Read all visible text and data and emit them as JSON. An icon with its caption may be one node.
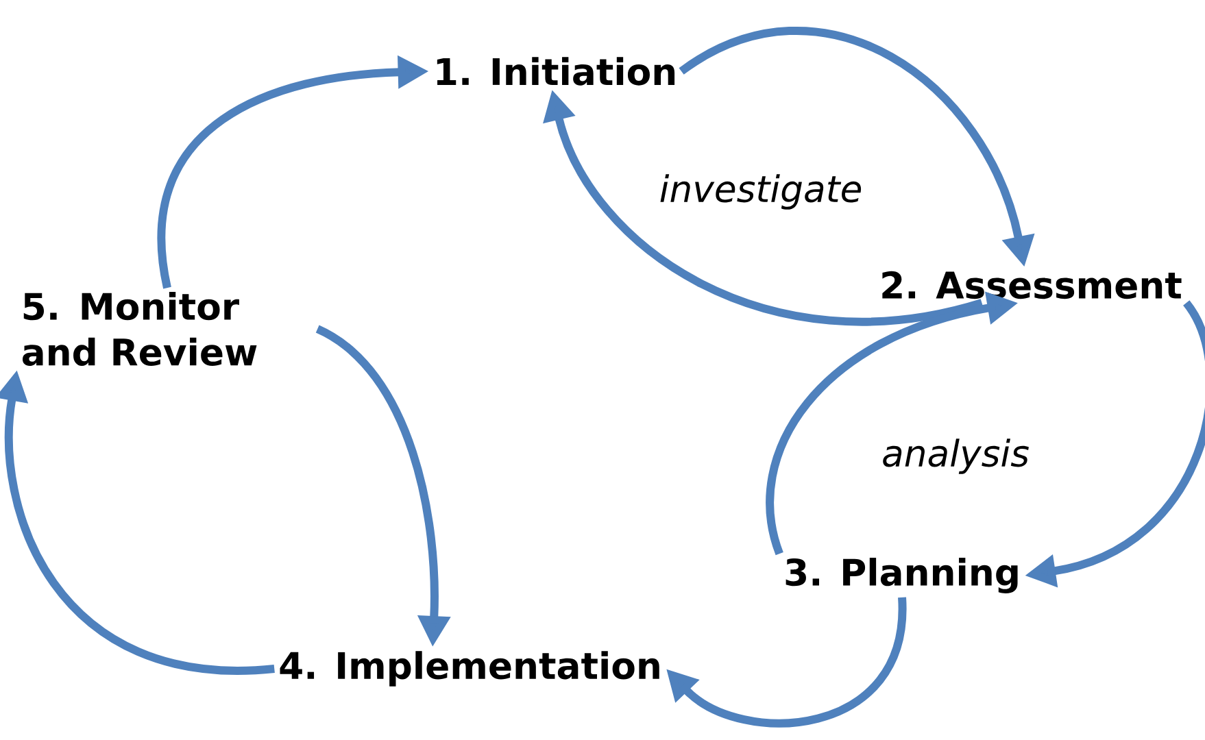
{
  "diagram": {
    "nodes": [
      {
        "text": [
          "1. Initiation"
        ]
      },
      {
        "text": [
          "2. Assessment"
        ]
      },
      {
        "text": [
          "3. Planning"
        ]
      },
      {
        "text": [
          "4. Implementation"
        ]
      },
      {
        "text": [
          "5. Monitor and Review"
        ]
      }
    ],
    "edges": [
      {
        "from": 0,
        "to": 1,
        "arrow": "to"
      },
      {
        "from": 1,
        "to": 0,
        "arrow": "to"
      },
      {
        "from": 1,
        "to": 2,
        "arrow": "to"
      },
      {
        "from": 2,
        "to": 1,
        "arrow": "to"
      },
      {
        "from": 2,
        "to": 3,
        "arrow": "to"
      },
      {
        "from": 4,
        "to": 3,
        "arrow": "to"
      },
      {
        "from": 3,
        "to": 4,
        "arrow": "to"
      },
      {
        "from": 4,
        "to": 0,
        "arrow": "to"
      }
    ],
    "labels": [
      "investigate",
      "analysis"
    ]
  }
}
